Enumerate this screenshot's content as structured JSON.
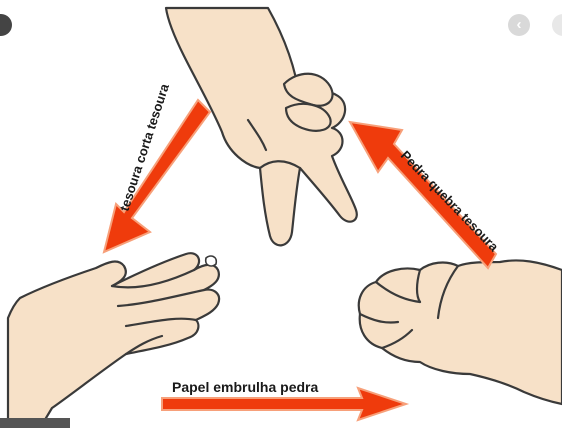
{
  "labels": {
    "top_left": "tesoura corta tesoura",
    "top_right": "Pedra quebra tesoura",
    "bottom": "Papel embrulha pedra"
  },
  "colors": {
    "arrow": "#ef3b0c",
    "arrow_outline": "#f7a07a",
    "skin": "#f7e1c8",
    "skin_shadow": "#e8c9a8",
    "outline": "#3a3a3a"
  },
  "icons": {
    "prev": "chevron-left-icon",
    "next": "chevron-left-icon"
  }
}
